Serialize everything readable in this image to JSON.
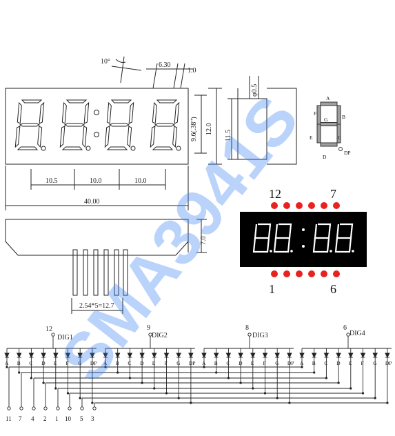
{
  "drawing": {
    "angle": "10°",
    "dims": {
      "w_pitch": "6.30",
      "seg_w": "1.0",
      "dia": "φ0.5",
      "dig_h": "9.6(.38\")",
      "body_h": "12.0",
      "side_h": "11.5",
      "pitch1": "10.5",
      "pitch2": "10.0",
      "pitch3": "10.0",
      "total": "40.00",
      "depth": "7.0",
      "pin_pitch": "2.54*5=12.7"
    },
    "segment_letters": [
      "A",
      "B",
      "C",
      "D",
      "E",
      "F",
      "G",
      "DP"
    ],
    "photo_pins": {
      "top_left": "12",
      "top_right": "7",
      "bottom_left": "1",
      "bottom_right": "6"
    },
    "digits": [
      {
        "label": "DIG1",
        "pin": "12"
      },
      {
        "label": "DIG2",
        "pin": "9"
      },
      {
        "label": "DIG3",
        "pin": "8"
      },
      {
        "label": "DIG4",
        "pin": "6"
      }
    ],
    "bottom_pins": [
      "11",
      "7",
      "4",
      "2",
      "1",
      "10",
      "5",
      "3"
    ],
    "watermark": "SMA3941S"
  },
  "colors": {
    "line": "#222222",
    "display_bg": "#000000",
    "segment_lit": "#ffffff",
    "pin_red": "#e8231f",
    "watermark": "#3b82f6"
  }
}
